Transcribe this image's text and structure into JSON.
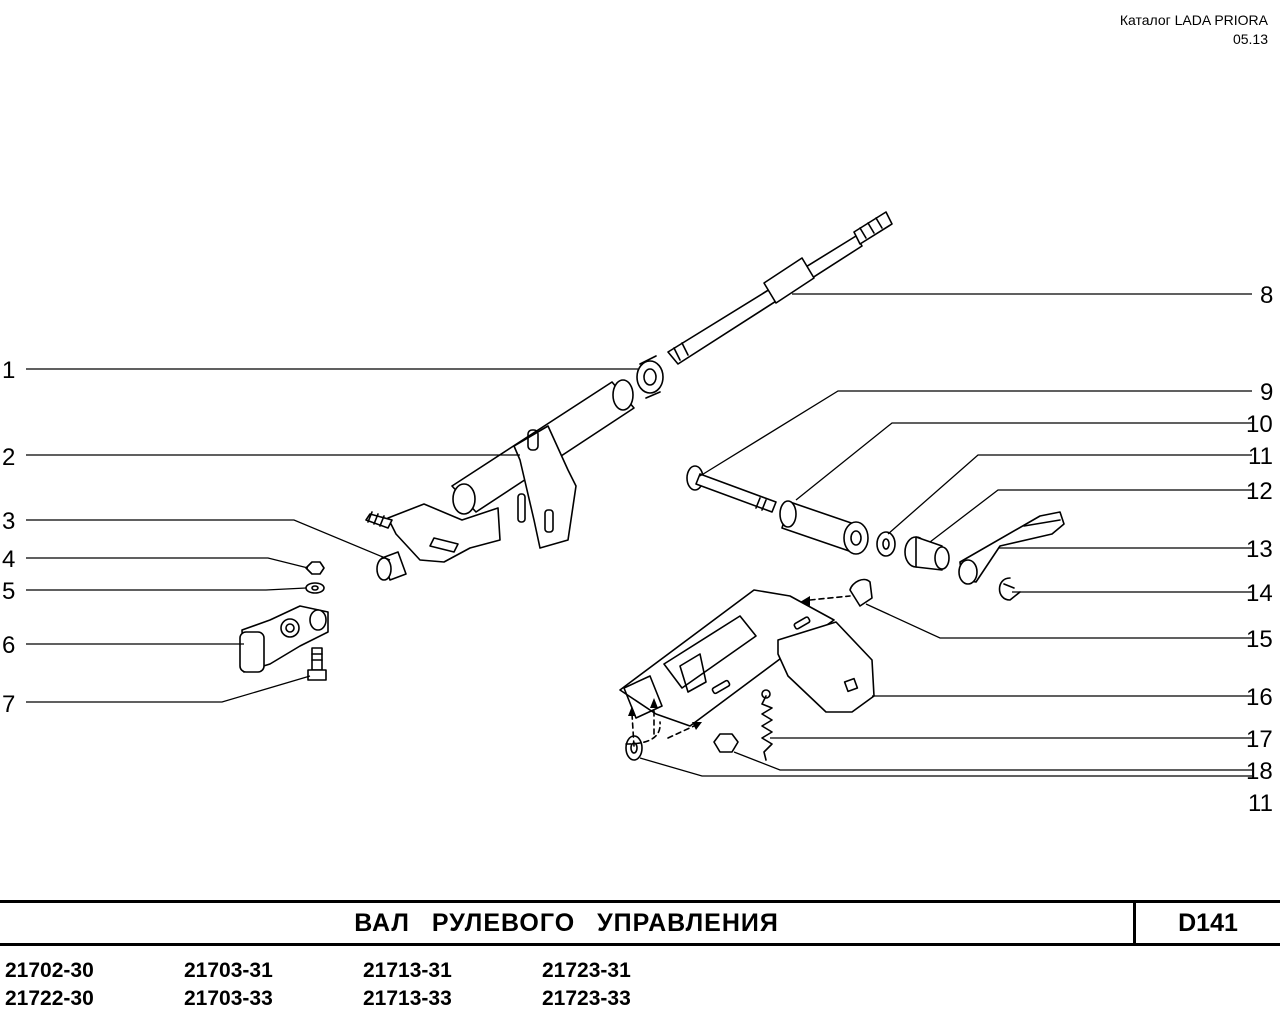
{
  "header": {
    "catalog": "Каталог  LADA  PRIORA",
    "date": "05.13"
  },
  "callouts": [
    "1",
    "2",
    "3",
    "4",
    "5",
    "6",
    "7",
    "8",
    "9",
    "10",
    "11",
    "12",
    "13",
    "14",
    "15",
    "16",
    "17",
    "18",
    "11"
  ],
  "title": "ВАЛ   РУЛЕВОГО   УПРАВЛЕНИЯ",
  "code": "D141",
  "models": [
    [
      "21702-30",
      "21722-30"
    ],
    [
      "21703-31",
      "21703-33"
    ],
    [
      "21713-31",
      "21713-33"
    ],
    [
      "21723-31",
      "21723-33"
    ]
  ]
}
